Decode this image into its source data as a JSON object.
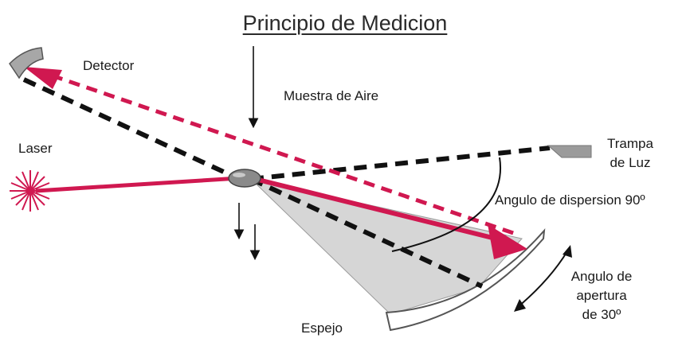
{
  "title": "Principio de Medicion",
  "labels": {
    "detector": "Detector",
    "air_sample": "Muestra de Aire",
    "laser": "Laser",
    "light_trap_line1": "Trampa",
    "light_trap_line2": "de Luz",
    "scatter_angle": "Angulo de dispersion 90º",
    "aperture_line1": "Angulo de",
    "aperture_line2": "apertura",
    "aperture_line3": "de 30º",
    "mirror": "Espejo"
  },
  "colors": {
    "laser_red": "#d01850",
    "dark_line": "#111111",
    "mirror_gray": "#d6d6d6",
    "particle_gray": "#8a8a8a"
  },
  "icons": {
    "laser_source": "starburst-icon",
    "detector": "curved-plate-icon",
    "light_trap": "wedge-icon",
    "mirror": "curved-mirror-icon",
    "particle": "ellipse-icon"
  }
}
